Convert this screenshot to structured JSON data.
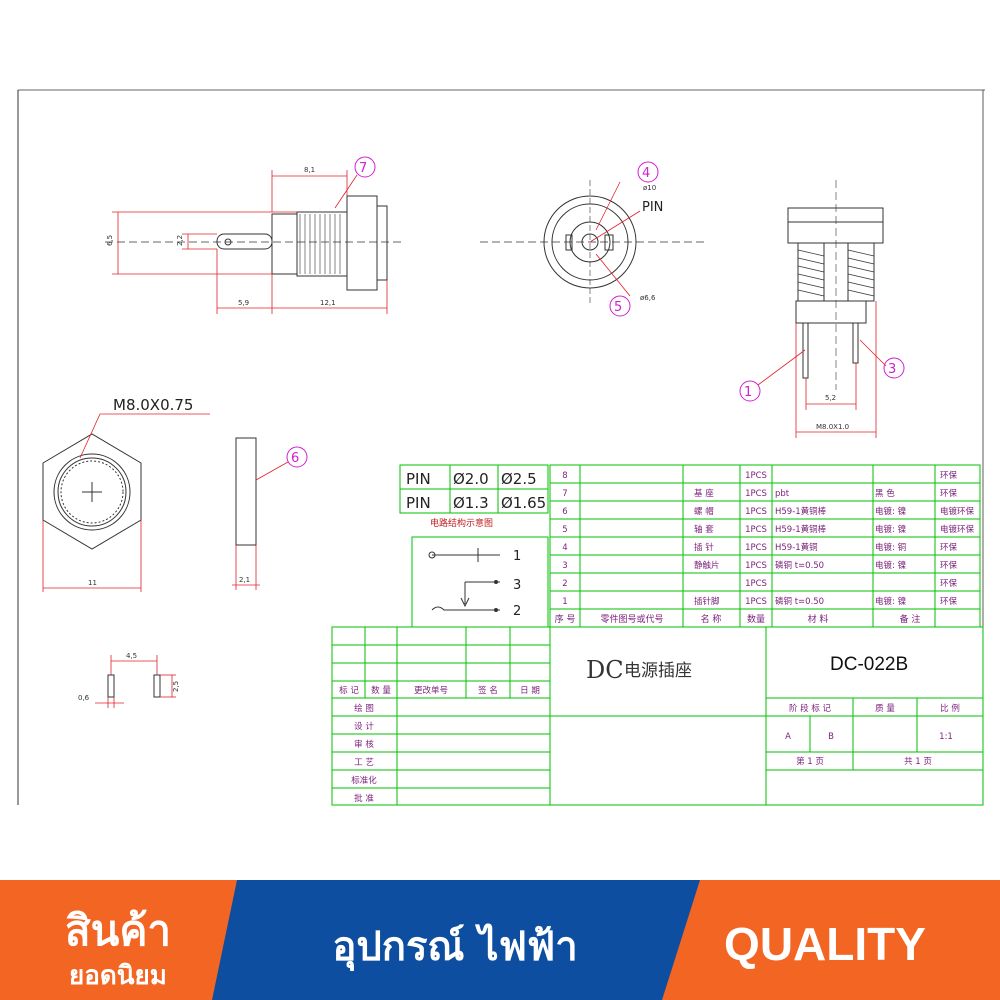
{
  "callouts": [
    "7",
    "4",
    "5",
    "3",
    "1",
    "6"
  ],
  "labels": {
    "pin": "PIN",
    "thread": "M8.0X0.75",
    "circuit_caption": "电路结构示意图",
    "circuit_pins": [
      "1",
      "3",
      "2"
    ]
  },
  "dimensions": {
    "side_8_1": "8,1",
    "side_6_5": "6,5",
    "side_2_2": "2,2",
    "side_5_9": "5,9",
    "side_12_1": "12,1",
    "front_d10": "ø10",
    "front_d6_6": "ø6,6",
    "right_5_2": "5,2",
    "right_m8": "M8.0X1.0",
    "nut_11": "11",
    "washer_2_1": "2,1",
    "pad_4_5": "4,5",
    "pad_2_5": "2,5",
    "pad_0_6": "0,6"
  },
  "pin_table": [
    [
      "PIN",
      "Ø2.0",
      "Ø2.5"
    ],
    [
      "PIN",
      "Ø1.3",
      "Ø1.65"
    ]
  ],
  "bom": {
    "rows": [
      [
        "8",
        "",
        "",
        "1PCS",
        "",
        "",
        "环保"
      ],
      [
        "7",
        "",
        "基  座",
        "1PCS",
        "pbt",
        "黑  色",
        "环保"
      ],
      [
        "6",
        "",
        "螺  帽",
        "1PCS",
        "H59-1黄铜棒",
        "电镀: 镍",
        "电镀环保"
      ],
      [
        "5",
        "",
        "轴  套",
        "1PCS",
        "H59-1黄铜棒",
        "电镀: 镍",
        "电镀环保"
      ],
      [
        "4",
        "",
        "插  针",
        "1PCS",
        "H59-1黄铜",
        "电镀: 铜",
        "环保"
      ],
      [
        "3",
        "",
        "静触片",
        "1PCS",
        "磷铜 t=0.50",
        "电镀: 镍",
        "环保"
      ],
      [
        "2",
        "",
        "",
        "1PCS",
        "",
        "",
        "环保"
      ],
      [
        "1",
        "",
        "插针脚",
        "1PCS",
        "磷铜 t=0.50",
        "电镀: 镍",
        "环保"
      ]
    ],
    "header": [
      "序 号",
      "零件图号或代号",
      "名  称",
      "数量",
      "材    料",
      "备    注"
    ]
  },
  "title_block": {
    "product_name_dc": "DC",
    "product_name_cn": "电源插座",
    "part_number": "DC-022B",
    "revision_header": [
      "标 记",
      "数 量",
      "更改单号",
      "签 名",
      "日 期"
    ],
    "sign_rows": [
      "绘  图",
      "设  计",
      "审  核",
      "工  艺",
      "标准化",
      "批  准"
    ],
    "stage_header": [
      "阶 段 标 记",
      "质  量",
      "比 例"
    ],
    "stage_values": [
      "A",
      "B",
      "",
      "1:1"
    ],
    "sheet": [
      "第  1  页",
      "共  1  页"
    ]
  },
  "banner": {
    "left_line1": "สินค้า",
    "left_line2": "ยอดนิยม",
    "middle": "อุปกรณ์ ไฟฟ้า",
    "right": "QUALITY",
    "colors": {
      "orange": "#f26522",
      "blue": "#0d4ea1",
      "text": "#ffffff"
    }
  }
}
